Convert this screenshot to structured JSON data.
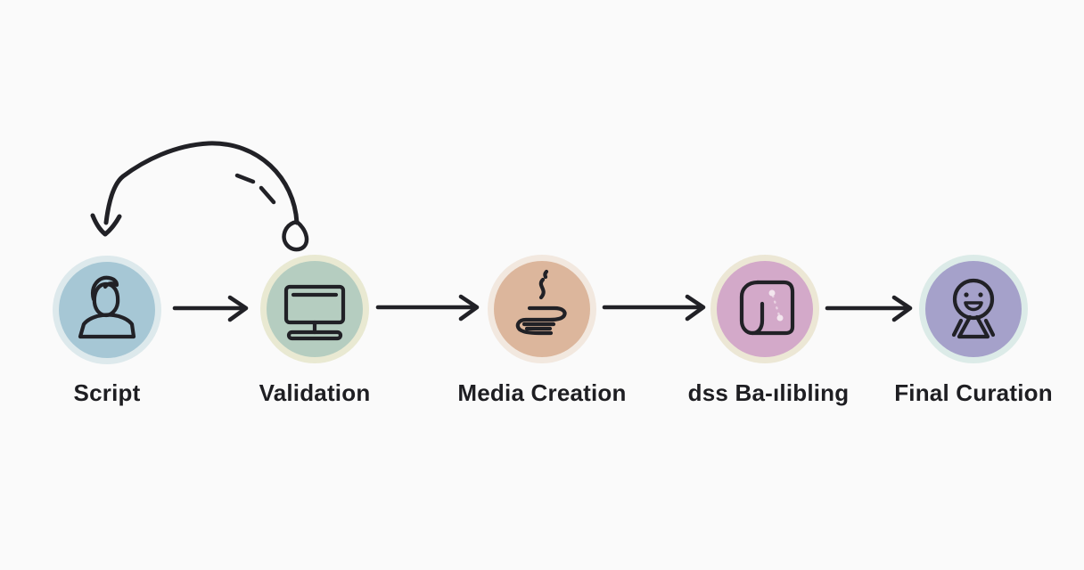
{
  "diagram": {
    "type": "workflow-flowchart",
    "background": "#fafafa",
    "ink_color": "#212126",
    "nodes": [
      {
        "id": "script",
        "label": "Script",
        "icon": "person-icon",
        "fill": "#a6c7d5",
        "ring": "#dde9ec"
      },
      {
        "id": "validation",
        "label": "Validation",
        "icon": "monitor-icon",
        "fill": "#b5cdc0",
        "ring": "#e9e9d2"
      },
      {
        "id": "media-creation",
        "label": "Media Creation",
        "icon": "steaming-dish-icon",
        "fill": "#dcb69c",
        "ring": "#f2e8df"
      },
      {
        "id": "scroll-step",
        "label": "dss Ba-ılibling",
        "icon": "scroll-icon",
        "fill": "#d3a9c9",
        "ring": "#ece7d5"
      },
      {
        "id": "final-curation",
        "label": "Final Curation",
        "icon": "smiling-person-icon",
        "fill": "#a5a1ca",
        "ring": "#dcebe8"
      }
    ],
    "edges": [
      {
        "from": "Script",
        "to": "Validation"
      },
      {
        "from": "Validation",
        "to": "Media Creation"
      },
      {
        "from": "Media Creation",
        "to": "dss Ba-ılibling"
      },
      {
        "from": "dss Ba-ılibling",
        "to": "Final Curation"
      }
    ],
    "feedback_arrow": {
      "from": "Validation",
      "to": "Script",
      "style": "hand-drawn curved arc with dashed gap and pen-hook tail"
    }
  }
}
